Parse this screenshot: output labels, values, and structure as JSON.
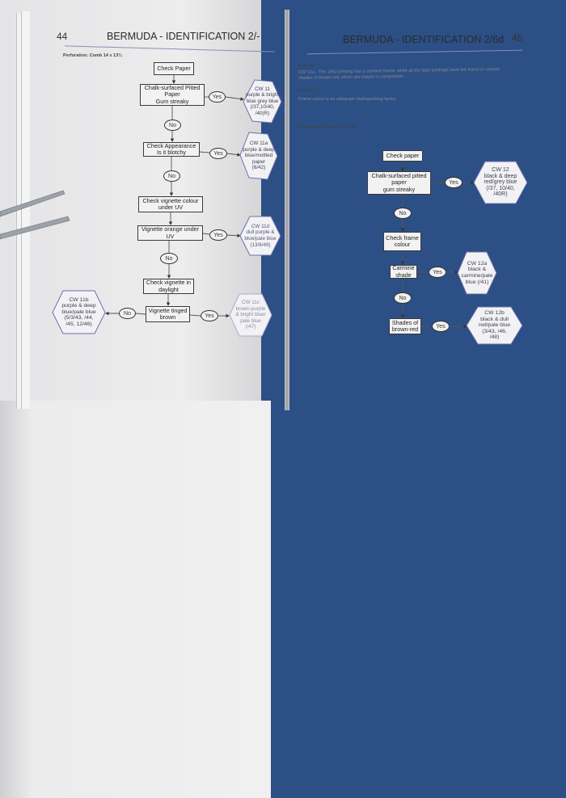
{
  "left_page": {
    "page_number": "44",
    "title": "BERMUDA - IDENTIFICATION 2/-",
    "perforation": "Perforation: Comb 14 x 13¾",
    "flow": {
      "check_paper": "Check Paper",
      "chalk": "Chalk-surfaced Pitted\nPaper\nGum streaky",
      "check_appearance": "Check Appearance\nIs it blotchy",
      "check_vignette_uv": "Check vignette colour\nunder UV",
      "vignette_orange": "Vignette orange under\nUV",
      "check_vignette_daylight": "Check vignette in\ndaylight",
      "vignette_tinged": "Vignette tinged\nbrown",
      "yes": "Yes",
      "no": "No",
      "cw11": "CW 11\npurple & bright\nblue grey blue\n(/37,10/40,\n/40(R)",
      "cw11a": "CW 11a\npurple & deep\nblue/mottled\npaper\n(6/42)",
      "cw11d": "CW 11d\ndull purple &\nblue/pale blue\n(13/6/49)",
      "cw11b": "CW 11b\npurple & deep\nblue/pale blue\n(5/3/43, /44,\n/45, 12/46)",
      "cw11c": "CW 11c\nbrown-purple\n& bright blue/\npale blue\n(/47)"
    }
  },
  "right_page": {
    "page_number": "45",
    "title": "BERMUDA - IDENTIFICATION 2/6d",
    "perf14_label": "Perf 14:",
    "perf14_text_1": "CW 12a - The 1942 printing has a carmine frame, while all the later printings have the frame in various",
    "perf14_text_2": "shades of brown-red, which are insipid in comparison.",
    "perf13_label": "Perf 13:",
    "perf13_text": "Frame colour is an adequate distinguishing factor.",
    "perforation": "Perforation: Comb 14 x 13¾",
    "flow": {
      "check_paper": "Check paper",
      "chalk": "Chalk-surfaced pitted\npaper\ngum streaky",
      "check_frame": "Check frame\ncolour",
      "carmine": "Carmine\nshade",
      "brown_red": "Shades of\nbrown-red",
      "yes": "Yes",
      "no": "No",
      "cw12": "CW 12\nblack & deep\nred/grey blue\n(/37, 10/40,\n/40R)",
      "cw12a": "CW 12a\nblack &\ncarmine/pale\nblue (/41)",
      "cw12b": "CW 12b\nblack & dull\nred/pale blue\n(3/43, /46,\n/48)"
    }
  }
}
